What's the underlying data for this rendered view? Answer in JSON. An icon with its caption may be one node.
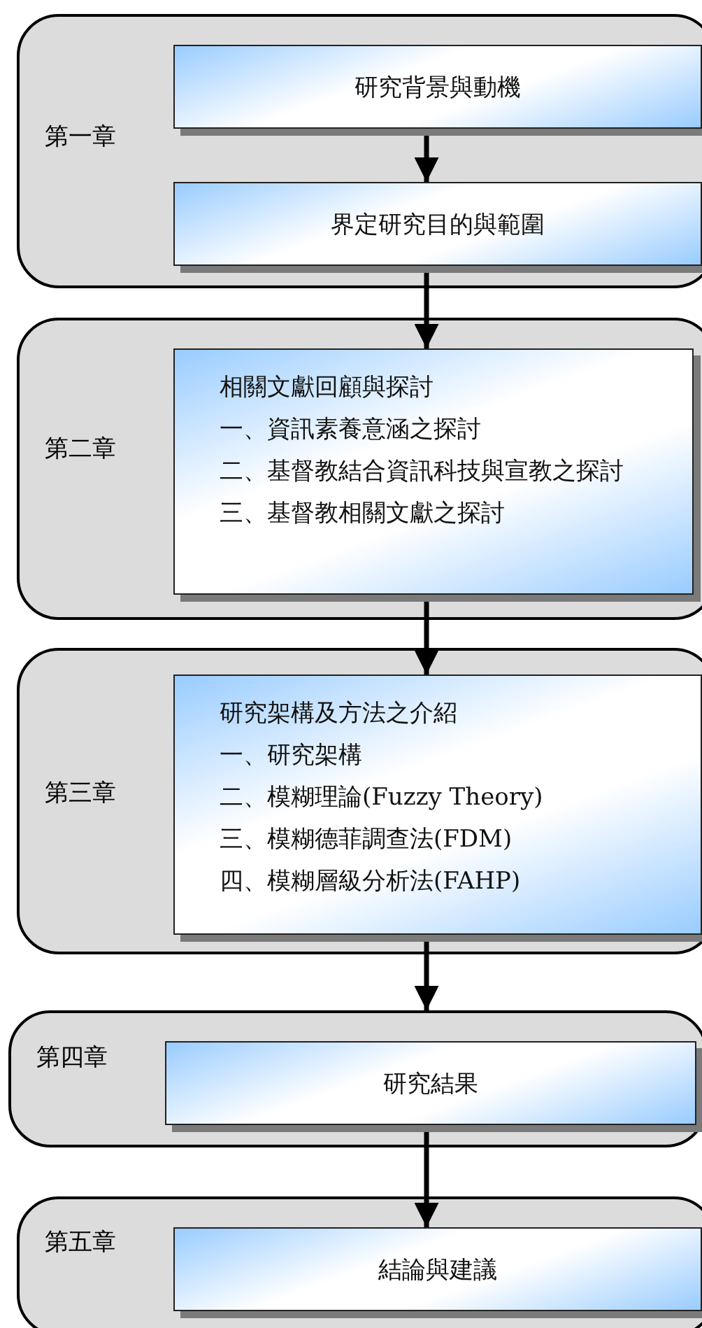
{
  "diagram": {
    "nodes": [
      {
        "text": [
          "第一章"
        ]
      },
      {
        "text": [
          "研究背景與動機"
        ],
        "in": 0
      },
      {
        "text": [
          "界定研究目的與範圍"
        ],
        "in": 0
      },
      {
        "text": [
          "第二章"
        ]
      },
      {
        "text": [
          "相關文獻回顧與探討",
          "一、資訊素養意涵之探討",
          "二、基督教結合資訊科技與宣教之探討",
          "三、基督教相關文獻之探討"
        ],
        "in": 3
      },
      {
        "text": [
          "第三章"
        ]
      },
      {
        "text": [
          "研究架構及方法之介紹",
          "一、研究架構",
          "二、模糊理論(Fuzzy Theory)",
          "三、模糊德菲調查法(FDM)",
          "四、模糊層級分析法(FAHP)"
        ],
        "in": 5
      },
      {
        "text": [
          "第四章"
        ]
      },
      {
        "text": [
          "研究結果"
        ],
        "in": 7
      },
      {
        "text": [
          "第五章"
        ]
      },
      {
        "text": [
          "結論與建議"
        ],
        "in": 9
      }
    ],
    "edges": [
      {
        "from": 1,
        "to": 2,
        "arrow": "to"
      },
      {
        "from": 2,
        "to": 4,
        "arrow": "to"
      },
      {
        "from": 4,
        "to": 6,
        "arrow": "to"
      },
      {
        "from": 6,
        "to": 7,
        "arrow": "to"
      },
      {
        "from": 8,
        "to": 10,
        "arrow": "to"
      }
    ]
  }
}
